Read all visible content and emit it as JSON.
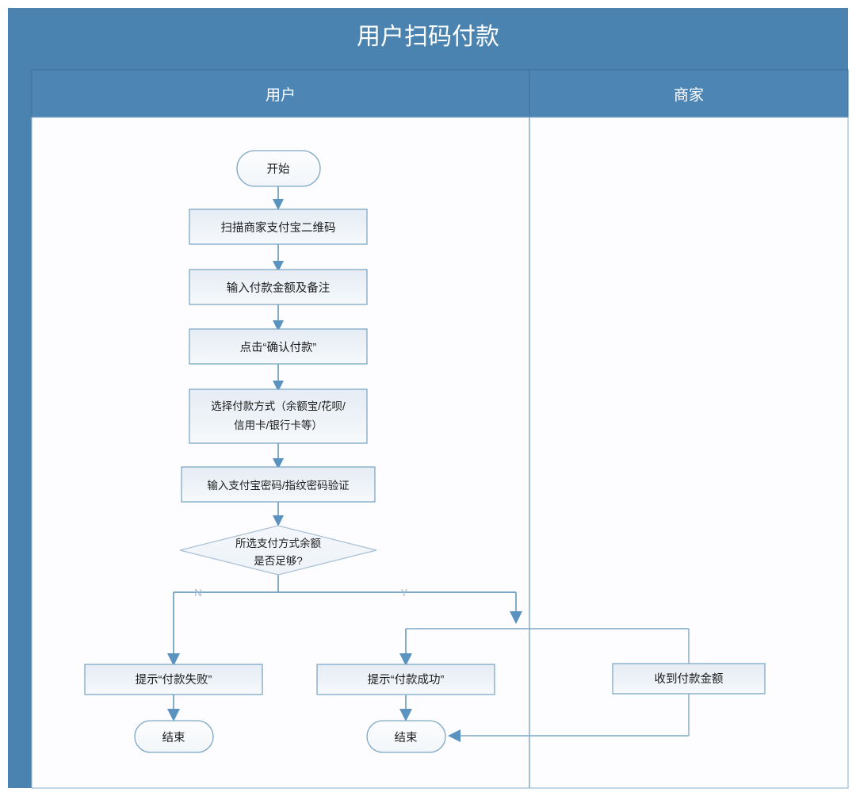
{
  "diagram": {
    "title": "用户扫码付款",
    "type": "swimlane-flowchart",
    "colors": {
      "header_blue": "#4a82b0",
      "lane_header_blue": "#4d86b5",
      "node_border": "#7ea8c6",
      "connector": "#6d9dbe",
      "arrow": "#5b93c0",
      "lane_background": "#fdfdff",
      "node_text": "#1c1c1c"
    },
    "lanes": [
      {
        "id": "user",
        "label": "用户"
      },
      {
        "id": "merchant",
        "label": "商家"
      }
    ],
    "nodes": {
      "start": {
        "label": "开始",
        "shape": "terminator",
        "lane": "user"
      },
      "scan": {
        "label": "扫描商家支付宝二维码",
        "shape": "process",
        "lane": "user"
      },
      "amount": {
        "label": "输入付款金额及备注",
        "shape": "process",
        "lane": "user"
      },
      "confirm": {
        "label": "点击“确认付款”",
        "shape": "process",
        "lane": "user"
      },
      "method_line1": "选择付款方式（余额宝/花呗/",
      "method_line2": "信用卡/银行卡等）",
      "password": {
        "label": "输入支付宝密码/指纹密码验证",
        "shape": "process",
        "lane": "user"
      },
      "decision_line1": "所选支付方式余额",
      "decision_line2": "是否足够?",
      "fail": {
        "label": "提示“付款失败”",
        "shape": "process",
        "lane": "user"
      },
      "success": {
        "label": "提示“付款成功”",
        "shape": "process",
        "lane": "user"
      },
      "end_fail": {
        "label": "结束",
        "shape": "terminator",
        "lane": "user"
      },
      "end_success": {
        "label": "结束",
        "shape": "terminator",
        "lane": "user"
      },
      "receive": {
        "label": "收到付款金额",
        "shape": "process",
        "lane": "merchant"
      }
    },
    "branch_labels": {
      "no": "N",
      "yes": "Y"
    }
  }
}
